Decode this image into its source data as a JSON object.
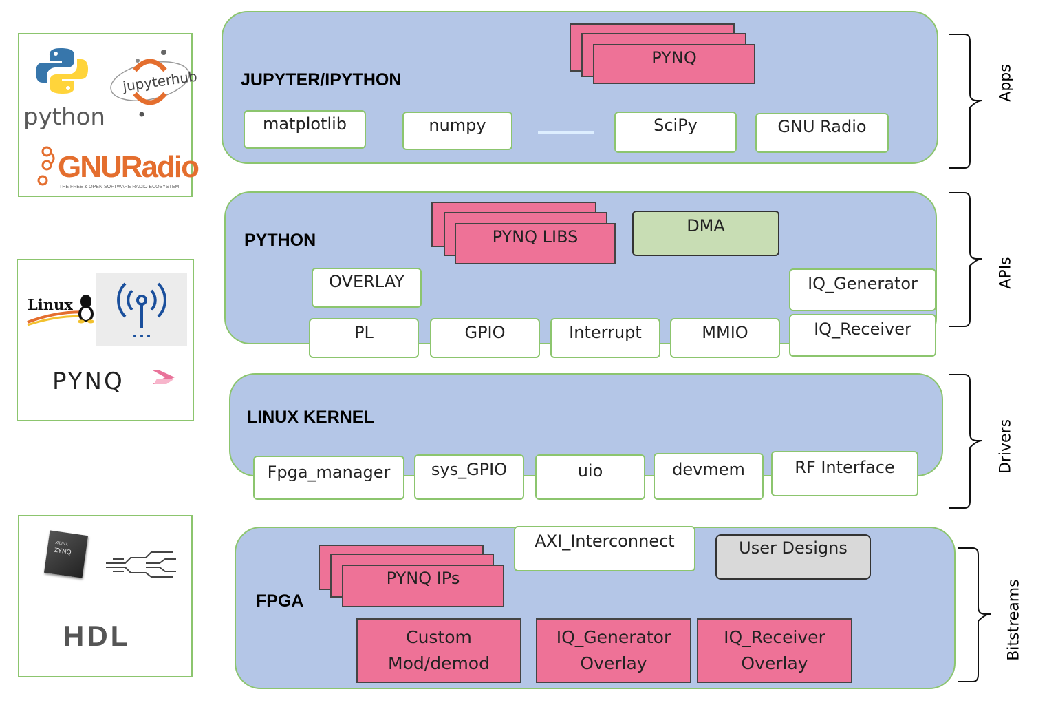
{
  "layers": {
    "apps": {
      "title": "JUPYTER/IPYTHON",
      "stack": "PYNQ",
      "items": [
        "matplotlib",
        "numpy",
        "SciPy",
        "GNU Radio"
      ]
    },
    "apis": {
      "title": "PYTHON",
      "stack": "PYNQ LIBS",
      "dma": "DMA",
      "overlay": "OVERLAY",
      "iq_generator": "IQ_Generator",
      "iq_receiver": "IQ_Receiver",
      "items": [
        "PL",
        "GPIO",
        "Interrupt",
        "MMIO"
      ]
    },
    "drivers": {
      "title": "LINUX KERNEL",
      "items": [
        "Fpga_manager",
        "sys_GPIO",
        "uio",
        "devmem",
        "RF Interface"
      ]
    },
    "fpga": {
      "title": "FPGA",
      "stack": "PYNQ IPs",
      "axi": "AXI_Interconnect",
      "user_designs": "User Designs",
      "overlays": [
        {
          "line1": "Custom",
          "line2": "Mod/demod"
        },
        {
          "line1": "IQ_Generator",
          "line2": "Overlay"
        },
        {
          "line1": "IQ_Receiver",
          "line2": "Overlay"
        }
      ]
    }
  },
  "braces": [
    "Apps",
    "APIs",
    "Drivers",
    "Bitstreams"
  ],
  "logos": {
    "python": "python",
    "jupyterhub": "jupyterhub",
    "gnuradio": "GNURadio",
    "gnuradio_sub": "THE FREE & OPEN SOFTWARE RADIO ECOSYSTEM",
    "linux": "Linux",
    "pynq": "PYNQ",
    "xilinx": "XILINX",
    "zynq": "ZYNQ",
    "hdl": "HDL"
  },
  "colors": {
    "layer_fill": "#b4c6e7",
    "layer_border": "#8cc56e",
    "pink": "#ee7297",
    "green": "#c8ddb4",
    "grey": "#d9d9d9"
  }
}
